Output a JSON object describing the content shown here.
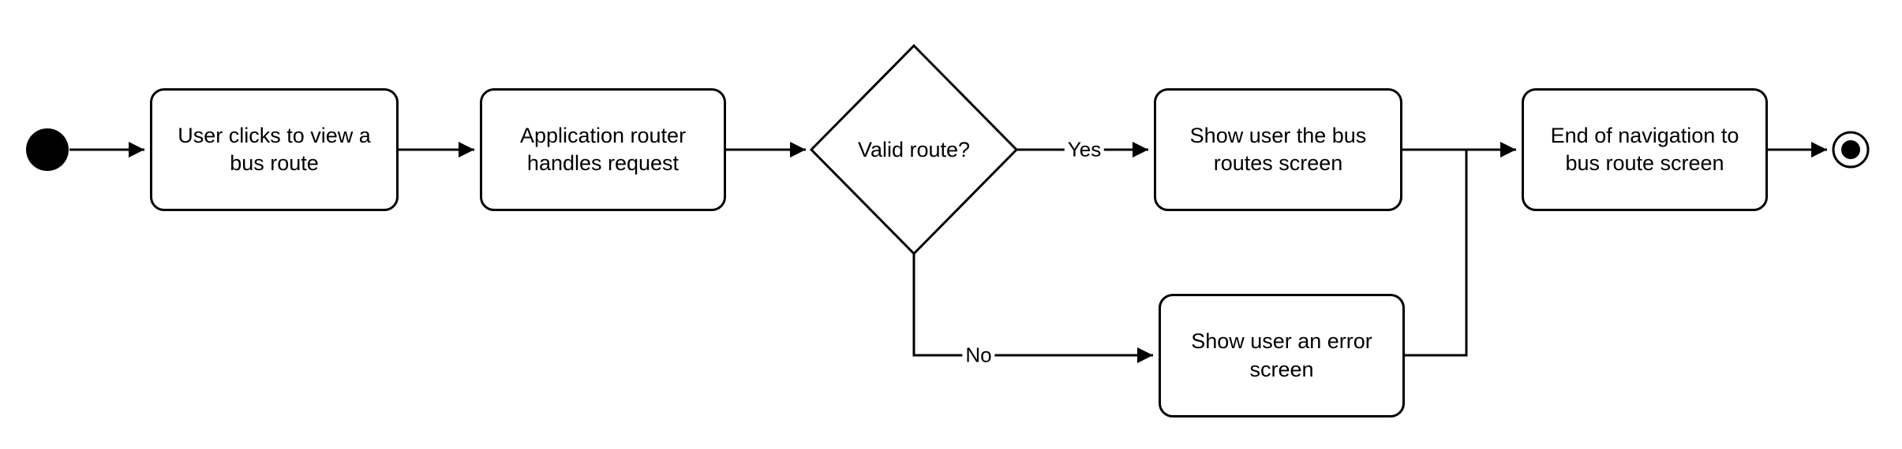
{
  "diagram": {
    "type": "activity-flowchart",
    "nodes": {
      "start": {
        "kind": "initial-node"
      },
      "step_user_clicks": {
        "label": "User clicks to view a bus route"
      },
      "step_router_handles": {
        "label": "Application router handles request"
      },
      "decision_valid_route": {
        "label": "Valid route?"
      },
      "step_show_routes": {
        "label": "Show user the bus routes screen"
      },
      "step_show_error": {
        "label": "Show user an error screen"
      },
      "step_end_navigation": {
        "label": "End of navigation to bus route screen"
      },
      "end": {
        "kind": "final-node"
      }
    },
    "edges": {
      "yes_label": "Yes",
      "no_label": "No"
    },
    "colors": {
      "stroke": "#000000",
      "node_fill": "#ffffff",
      "text": "#000000",
      "background": "#ffffff"
    }
  }
}
